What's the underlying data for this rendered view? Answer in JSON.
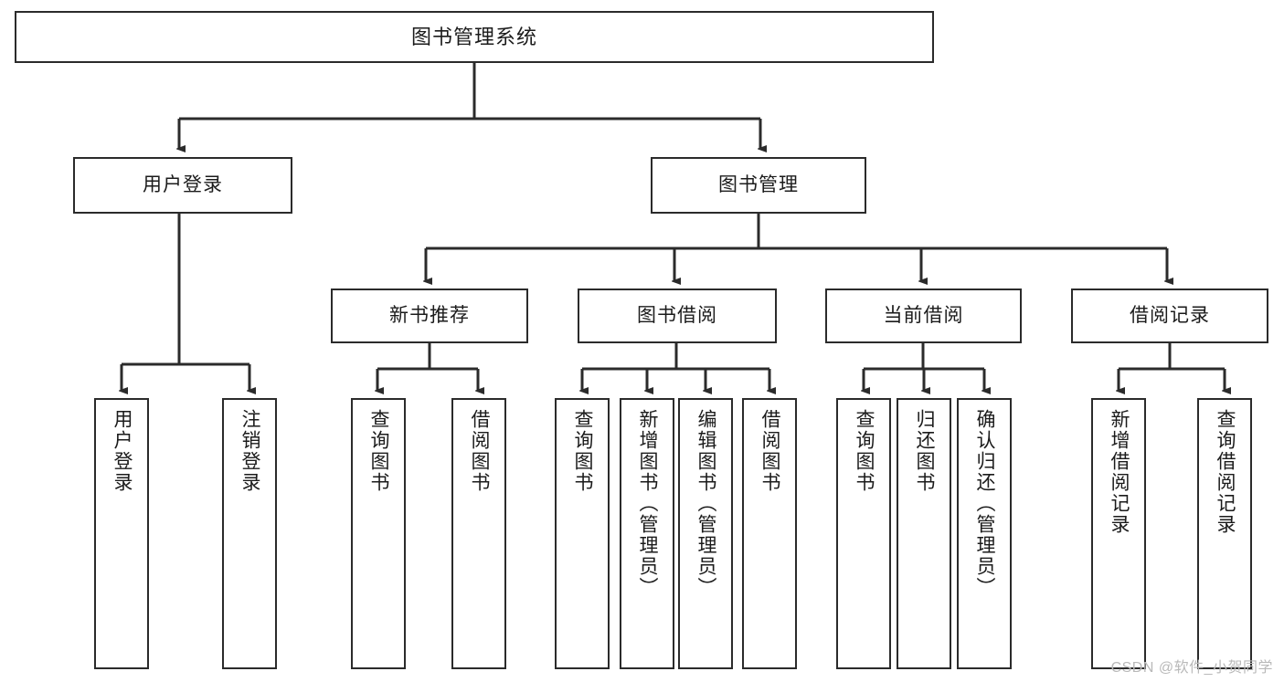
{
  "diagram": {
    "title": "图书管理系统",
    "type": "tree",
    "colors": {
      "background": "#ffffff",
      "border": "#2b2b2b",
      "text": "#1b1b1b",
      "connector": "#2b2b2b",
      "watermark": "#b9b9b9"
    },
    "nodes": {
      "root": {
        "label": "图书管理系统"
      },
      "level2": [
        {
          "id": "user-login",
          "label": "用户登录"
        },
        {
          "id": "book-management",
          "label": "图书管理"
        }
      ],
      "level3": [
        {
          "id": "new-book-recommend",
          "label": "新书推荐"
        },
        {
          "id": "book-borrow",
          "label": "图书借阅"
        },
        {
          "id": "current-borrow",
          "label": "当前借阅"
        },
        {
          "id": "borrow-record",
          "label": "借阅记录"
        }
      ],
      "leaves": {
        "user-login": [
          {
            "id": "leaf-user-login",
            "label": "用户登录"
          },
          {
            "id": "leaf-user-logout",
            "label": "注销登录"
          }
        ],
        "new-book-recommend": [
          {
            "id": "leaf-query-book-1",
            "label": "查询图书"
          },
          {
            "id": "leaf-borrow-book-1",
            "label": "借阅图书"
          }
        ],
        "book-borrow": [
          {
            "id": "leaf-query-book-2",
            "label": "查询图书"
          },
          {
            "id": "leaf-add-book",
            "label": "新增图书（管理员）"
          },
          {
            "id": "leaf-edit-book",
            "label": "编辑图书（管理员）"
          },
          {
            "id": "leaf-borrow-book-2",
            "label": "借阅图书"
          }
        ],
        "current-borrow": [
          {
            "id": "leaf-query-book-3",
            "label": "查询图书"
          },
          {
            "id": "leaf-return-book",
            "label": "归还图书"
          },
          {
            "id": "leaf-confirm-return",
            "label": "确认归还（管理员）"
          }
        ],
        "borrow-record": [
          {
            "id": "leaf-add-record",
            "label": "新增借阅记录"
          },
          {
            "id": "leaf-query-record",
            "label": "查询借阅记录"
          }
        ]
      }
    },
    "watermark": "CSDN @软件_小贺同学"
  }
}
